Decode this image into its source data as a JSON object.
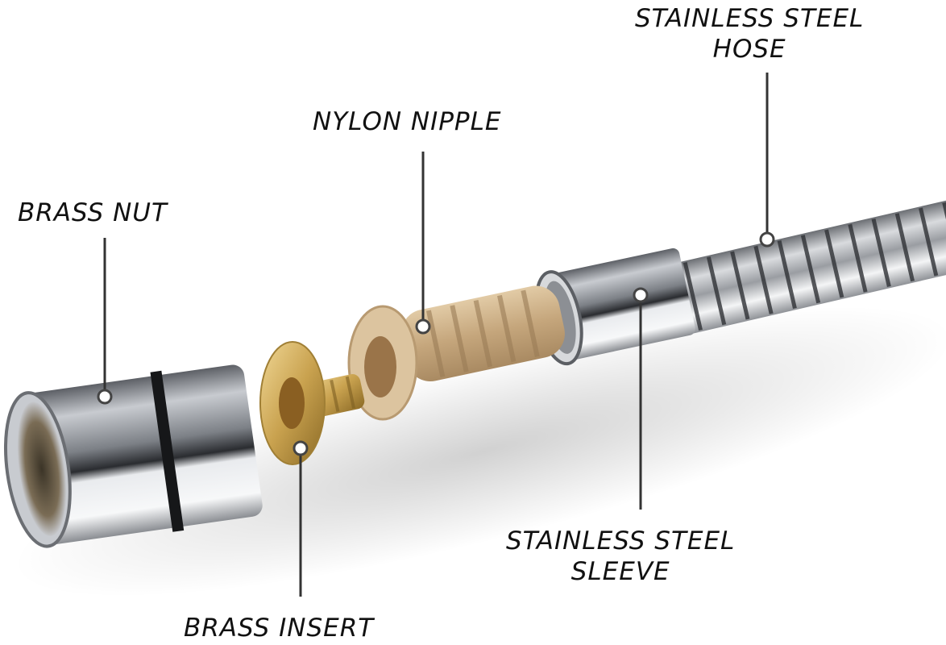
{
  "diagram": {
    "type": "exploded product diagram",
    "subject": "shower hose fitting assembly",
    "colors": {
      "background": "#ffffff",
      "label_text": "#111111",
      "leader_line": "#333333",
      "chrome": "#b9bcc1",
      "brass": "#c9a656",
      "nylon": "#c7ab86"
    },
    "components": [
      {
        "id": "brass_nut",
        "label_lines": [
          "BRASS NUT"
        ],
        "label": "BRASS NUT"
      },
      {
        "id": "brass_insert",
        "label_lines": [
          "BRASS INSERT"
        ],
        "label": "BRASS INSERT"
      },
      {
        "id": "nylon_nipple",
        "label_lines": [
          "NYLON NIPPLE"
        ],
        "label": "NYLON NIPPLE"
      },
      {
        "id": "stainless_steel_sleeve",
        "label_lines": [
          "STAINLESS STEEL",
          "SLEEVE"
        ],
        "label": "STAINLESS STEEL SLEEVE"
      },
      {
        "id": "stainless_steel_hose",
        "label_lines": [
          "STAINLESS STEEL",
          "HOSE"
        ],
        "label": "STAINLESS STEEL HOSE"
      }
    ]
  }
}
